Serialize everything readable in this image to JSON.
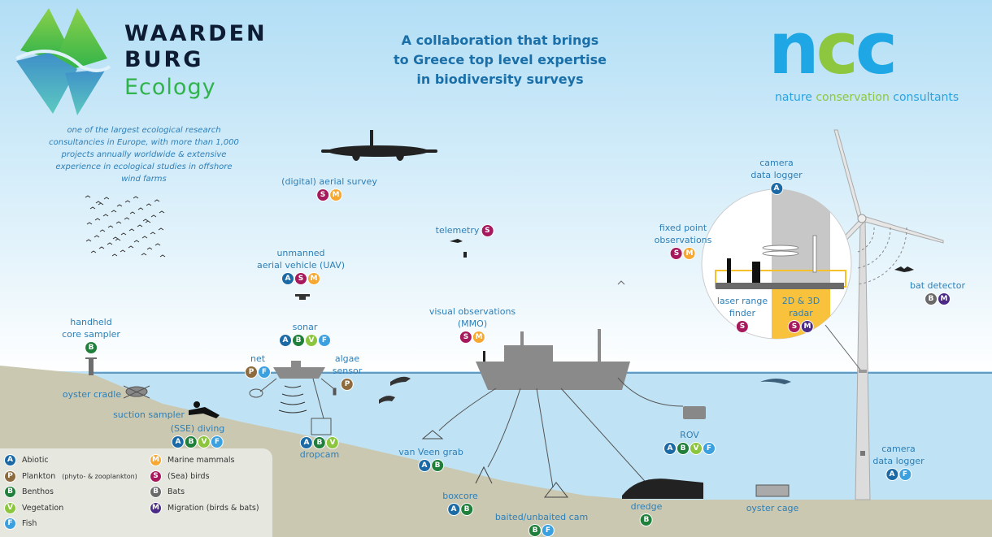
{
  "headline": [
    "A collaboration that brings",
    "to Greece top level expertise",
    "in biodiversity surveys"
  ],
  "waardenburg": {
    "name_line1": "WAARDEN",
    "name_line2": "BURG",
    "name_line3": "Ecology",
    "description": [
      "one of the largest ecological research",
      "consultancies in Europe, with more than 1,000",
      "projects annually worldwide & extensive",
      "experience in ecological studies in offshore",
      "wind farms"
    ]
  },
  "ncc": {
    "logo_letters": [
      "n",
      "c",
      "c"
    ],
    "tagline": [
      "nature",
      "conservation",
      "consultants"
    ]
  },
  "categories": {
    "A": {
      "letter": "A",
      "label": "Abiotic",
      "color": "#1b6aa5"
    },
    "P": {
      "letter": "P",
      "label": "Plankton",
      "note": "(phyto- & zooplankton)",
      "color": "#8d6b3f"
    },
    "B": {
      "letter": "B",
      "label": "Benthos",
      "color": "#1f7f3b"
    },
    "V": {
      "letter": "V",
      "label": "Vegetation",
      "color": "#8cc63f"
    },
    "F": {
      "letter": "F",
      "label": "Fish",
      "color": "#3aa0e0"
    },
    "M": {
      "letter": "M",
      "label": "Marine mammals",
      "color": "#f7a833"
    },
    "S": {
      "letter": "S",
      "label": "(Sea) birds",
      "color": "#a6195c"
    },
    "Bt": {
      "letter": "B",
      "label": "Bats",
      "color": "#6a6a6a"
    },
    "Mg": {
      "letter": "M",
      "label": "Migration (birds & bats)",
      "color": "#4a2c86"
    }
  },
  "legend_order": [
    "A",
    "P",
    "B",
    "V",
    "F",
    "M",
    "S",
    "Bt",
    "Mg"
  ],
  "methods": [
    {
      "id": "aerial",
      "label": [
        "(digital) aerial survey"
      ],
      "badges": [
        "S",
        "M"
      ]
    },
    {
      "id": "uav",
      "label": [
        "unmanned",
        "aerial vehicle (UAV)"
      ],
      "badges": [
        "A",
        "S",
        "M"
      ]
    },
    {
      "id": "telemetry",
      "label": [
        "telemetry"
      ],
      "badges": [
        "S"
      ],
      "inline": true
    },
    {
      "id": "corer",
      "label": [
        "handheld",
        "core sampler"
      ],
      "badges": [
        "B"
      ]
    },
    {
      "id": "sonar",
      "label": [
        "sonar"
      ],
      "badges": [
        "A",
        "B",
        "V",
        "F"
      ]
    },
    {
      "id": "net",
      "label": [
        "net"
      ],
      "badges": [
        "P",
        "F"
      ]
    },
    {
      "id": "algae",
      "label": [
        "algae",
        "sensor"
      ],
      "badges": [
        "P"
      ]
    },
    {
      "id": "oyster-cradle",
      "label": [
        "oyster cradle"
      ],
      "badges": []
    },
    {
      "id": "suction",
      "label": [
        "suction sampler"
      ],
      "badges": []
    },
    {
      "id": "diving",
      "label": [
        "(SSE) diving"
      ],
      "badges": [
        "A",
        "B",
        "V",
        "F"
      ]
    },
    {
      "id": "dropcam",
      "label": [
        "dropcam"
      ],
      "badges": [
        "A",
        "B",
        "V"
      ],
      "badges_first": true
    },
    {
      "id": "visual",
      "label": [
        "visual observations",
        "(MMO)"
      ],
      "badges": [
        "S",
        "M"
      ]
    },
    {
      "id": "vanveen",
      "label": [
        "van Veen grab"
      ],
      "badges": [
        "A",
        "B"
      ]
    },
    {
      "id": "boxcore",
      "label": [
        "boxcore"
      ],
      "badges": [
        "A",
        "B"
      ]
    },
    {
      "id": "baited",
      "label": [
        "baited/unbaited cam"
      ],
      "badges": [
        "B",
        "F"
      ]
    },
    {
      "id": "dredge",
      "label": [
        "dredge"
      ],
      "badges": [
        "B"
      ]
    },
    {
      "id": "rov",
      "label": [
        "ROV"
      ],
      "badges": [
        "A",
        "B",
        "V",
        "F"
      ]
    },
    {
      "id": "oyster-cage",
      "label": [
        "oyster cage"
      ],
      "badges": []
    },
    {
      "id": "cam-logger-bottom",
      "label": [
        "camera",
        "data logger"
      ],
      "badges": [
        "A",
        "F"
      ]
    },
    {
      "id": "cam-logger-top",
      "label": [
        "camera",
        "data logger"
      ],
      "badges": [
        "A"
      ]
    },
    {
      "id": "fixed-point",
      "label": [
        "fixed point",
        "observations"
      ],
      "badges": [
        "S",
        "M"
      ]
    },
    {
      "id": "laser",
      "label": [
        "laser range",
        "finder"
      ],
      "badges": [
        "S"
      ]
    },
    {
      "id": "radar",
      "label": [
        "2D & 3D",
        "radar"
      ],
      "badges": [
        "S",
        "Mg"
      ]
    },
    {
      "id": "bat-detector",
      "label": [
        "bat detector"
      ],
      "badges": [
        "Bt",
        "Mg"
      ]
    }
  ]
}
